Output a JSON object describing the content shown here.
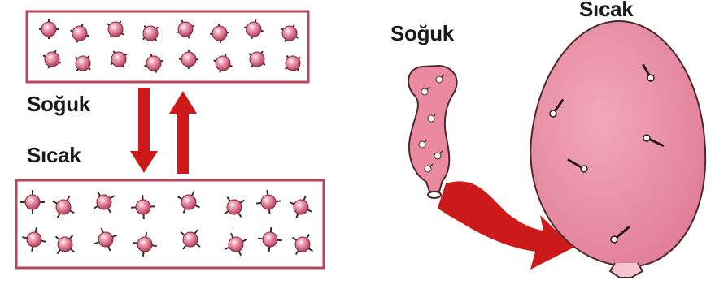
{
  "labels": {
    "cold_left": "Soğuk",
    "hot_left": "Sıcak",
    "cold_balloon": "Soğuk",
    "hot_balloon": "Sıcak"
  },
  "colors": {
    "box_border": "#b5475f",
    "box_fill": "#ffffff",
    "molecule": "#e0708f",
    "molecule_dark": "#a53052",
    "arrow": "#cc1a1a",
    "balloon_fill": "#e98aa0",
    "balloon_stroke": "#4a2a30"
  },
  "icons": {
    "down_arrow": "arrow-down",
    "up_arrow": "arrow-up",
    "transition_arrow": "curved-arrow-right"
  }
}
